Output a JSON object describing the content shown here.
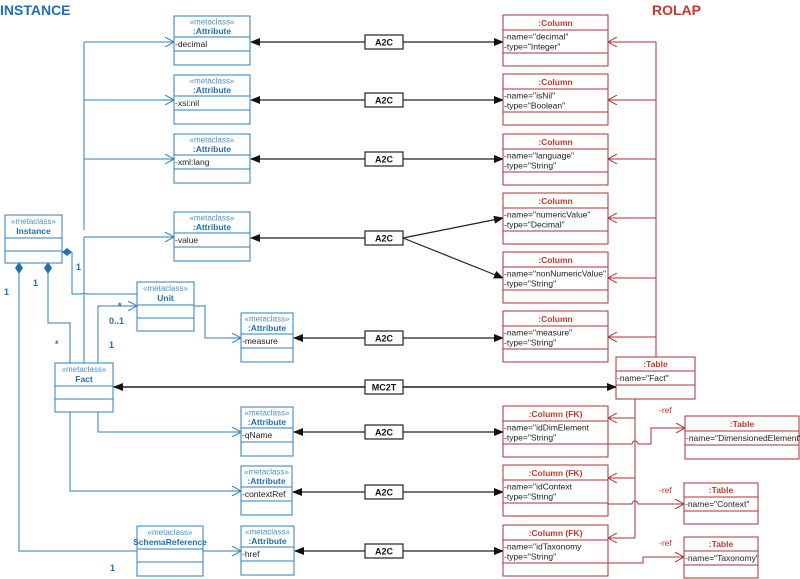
{
  "headings": {
    "instance": "INSTANCE",
    "rolap": "ROLAP"
  },
  "stereotype": "«metaclass»",
  "metaclasses": {
    "instance": {
      "name": "Instance"
    },
    "unit": {
      "name": "Unit"
    },
    "fact": {
      "name": "Fact"
    },
    "schema_reference": {
      "name": "SchemaReference"
    }
  },
  "attributes": [
    {
      "name": ":Attribute",
      "value": "-decimal"
    },
    {
      "name": ":Attribute",
      "value": "-xsi:nil"
    },
    {
      "name": ":Attribute",
      "value": "-xml:lang"
    },
    {
      "name": ":Attribute",
      "value": "-value"
    },
    {
      "name": ":Attribute",
      "value": "-measure"
    },
    {
      "name": ":Attribute",
      "value": "-qName"
    },
    {
      "name": ":Attribute",
      "value": "-contextRef"
    },
    {
      "name": ":Attribute",
      "value": "-href"
    }
  ],
  "columns": [
    {
      "name": ":Column",
      "line1": "-name=\"decimal\"",
      "line2": "-type=\"Integer\""
    },
    {
      "name": ":Column",
      "line1": "-name=\"isNil\"",
      "line2": "-type=\"Boolean\""
    },
    {
      "name": ":Column",
      "line1": "-name=\"language\"",
      "line2": "-type=\"String\""
    },
    {
      "name": ":Column",
      "line1": "-name=\"numericValue\"",
      "line2": "-type=\"Decimal\""
    },
    {
      "name": ":Column",
      "line1": "-name=\"nonNumericValue\"",
      "line2": "-type=\"String\""
    },
    {
      "name": ":Column",
      "line1": "-name=\"measure\"",
      "line2": "-type=\"String\""
    },
    {
      "name": ":Column (FK)",
      "line1": "-name=\"idDimElement",
      "line2": "-type=\"String\""
    },
    {
      "name": ":Column (FK)",
      "line1": "-name=\"idContext",
      "line2": "-type=\"String\""
    },
    {
      "name": ":Column (FK)",
      "line1": "-name=\"idTaxonomy",
      "line2": "-type=\"String\""
    }
  ],
  "tables": {
    "fact": {
      "name": ":Table",
      "line1": "-name=\"Fact\""
    },
    "dimensioned_element": {
      "name": ":Table",
      "line1": "-name=\"DimensionedElement\""
    },
    "context": {
      "name": ":Table",
      "line1": "-name=\"Context\""
    },
    "taxonomy": {
      "name": ":Table",
      "line1": "-name=\"Taxonomy\""
    }
  },
  "transforms": {
    "a2c": "A2C",
    "mc2t": "MC2T"
  },
  "multiplicities": {
    "instance_unit": "1",
    "instance_fact_instance_end": "1",
    "instance_fact_fact_end": "*",
    "instance_schema_instance_end": "1",
    "instance_schema_schema_end": "1",
    "unit_fact_unit_end": "0..1",
    "unit_fact_star": "*",
    "unit_fact_fact_end": "1"
  },
  "ref_label": "-ref",
  "colors": {
    "instance_blue": "#1f6fb2",
    "rolap_red": "#c0392b",
    "transform_black": "#222222"
  }
}
